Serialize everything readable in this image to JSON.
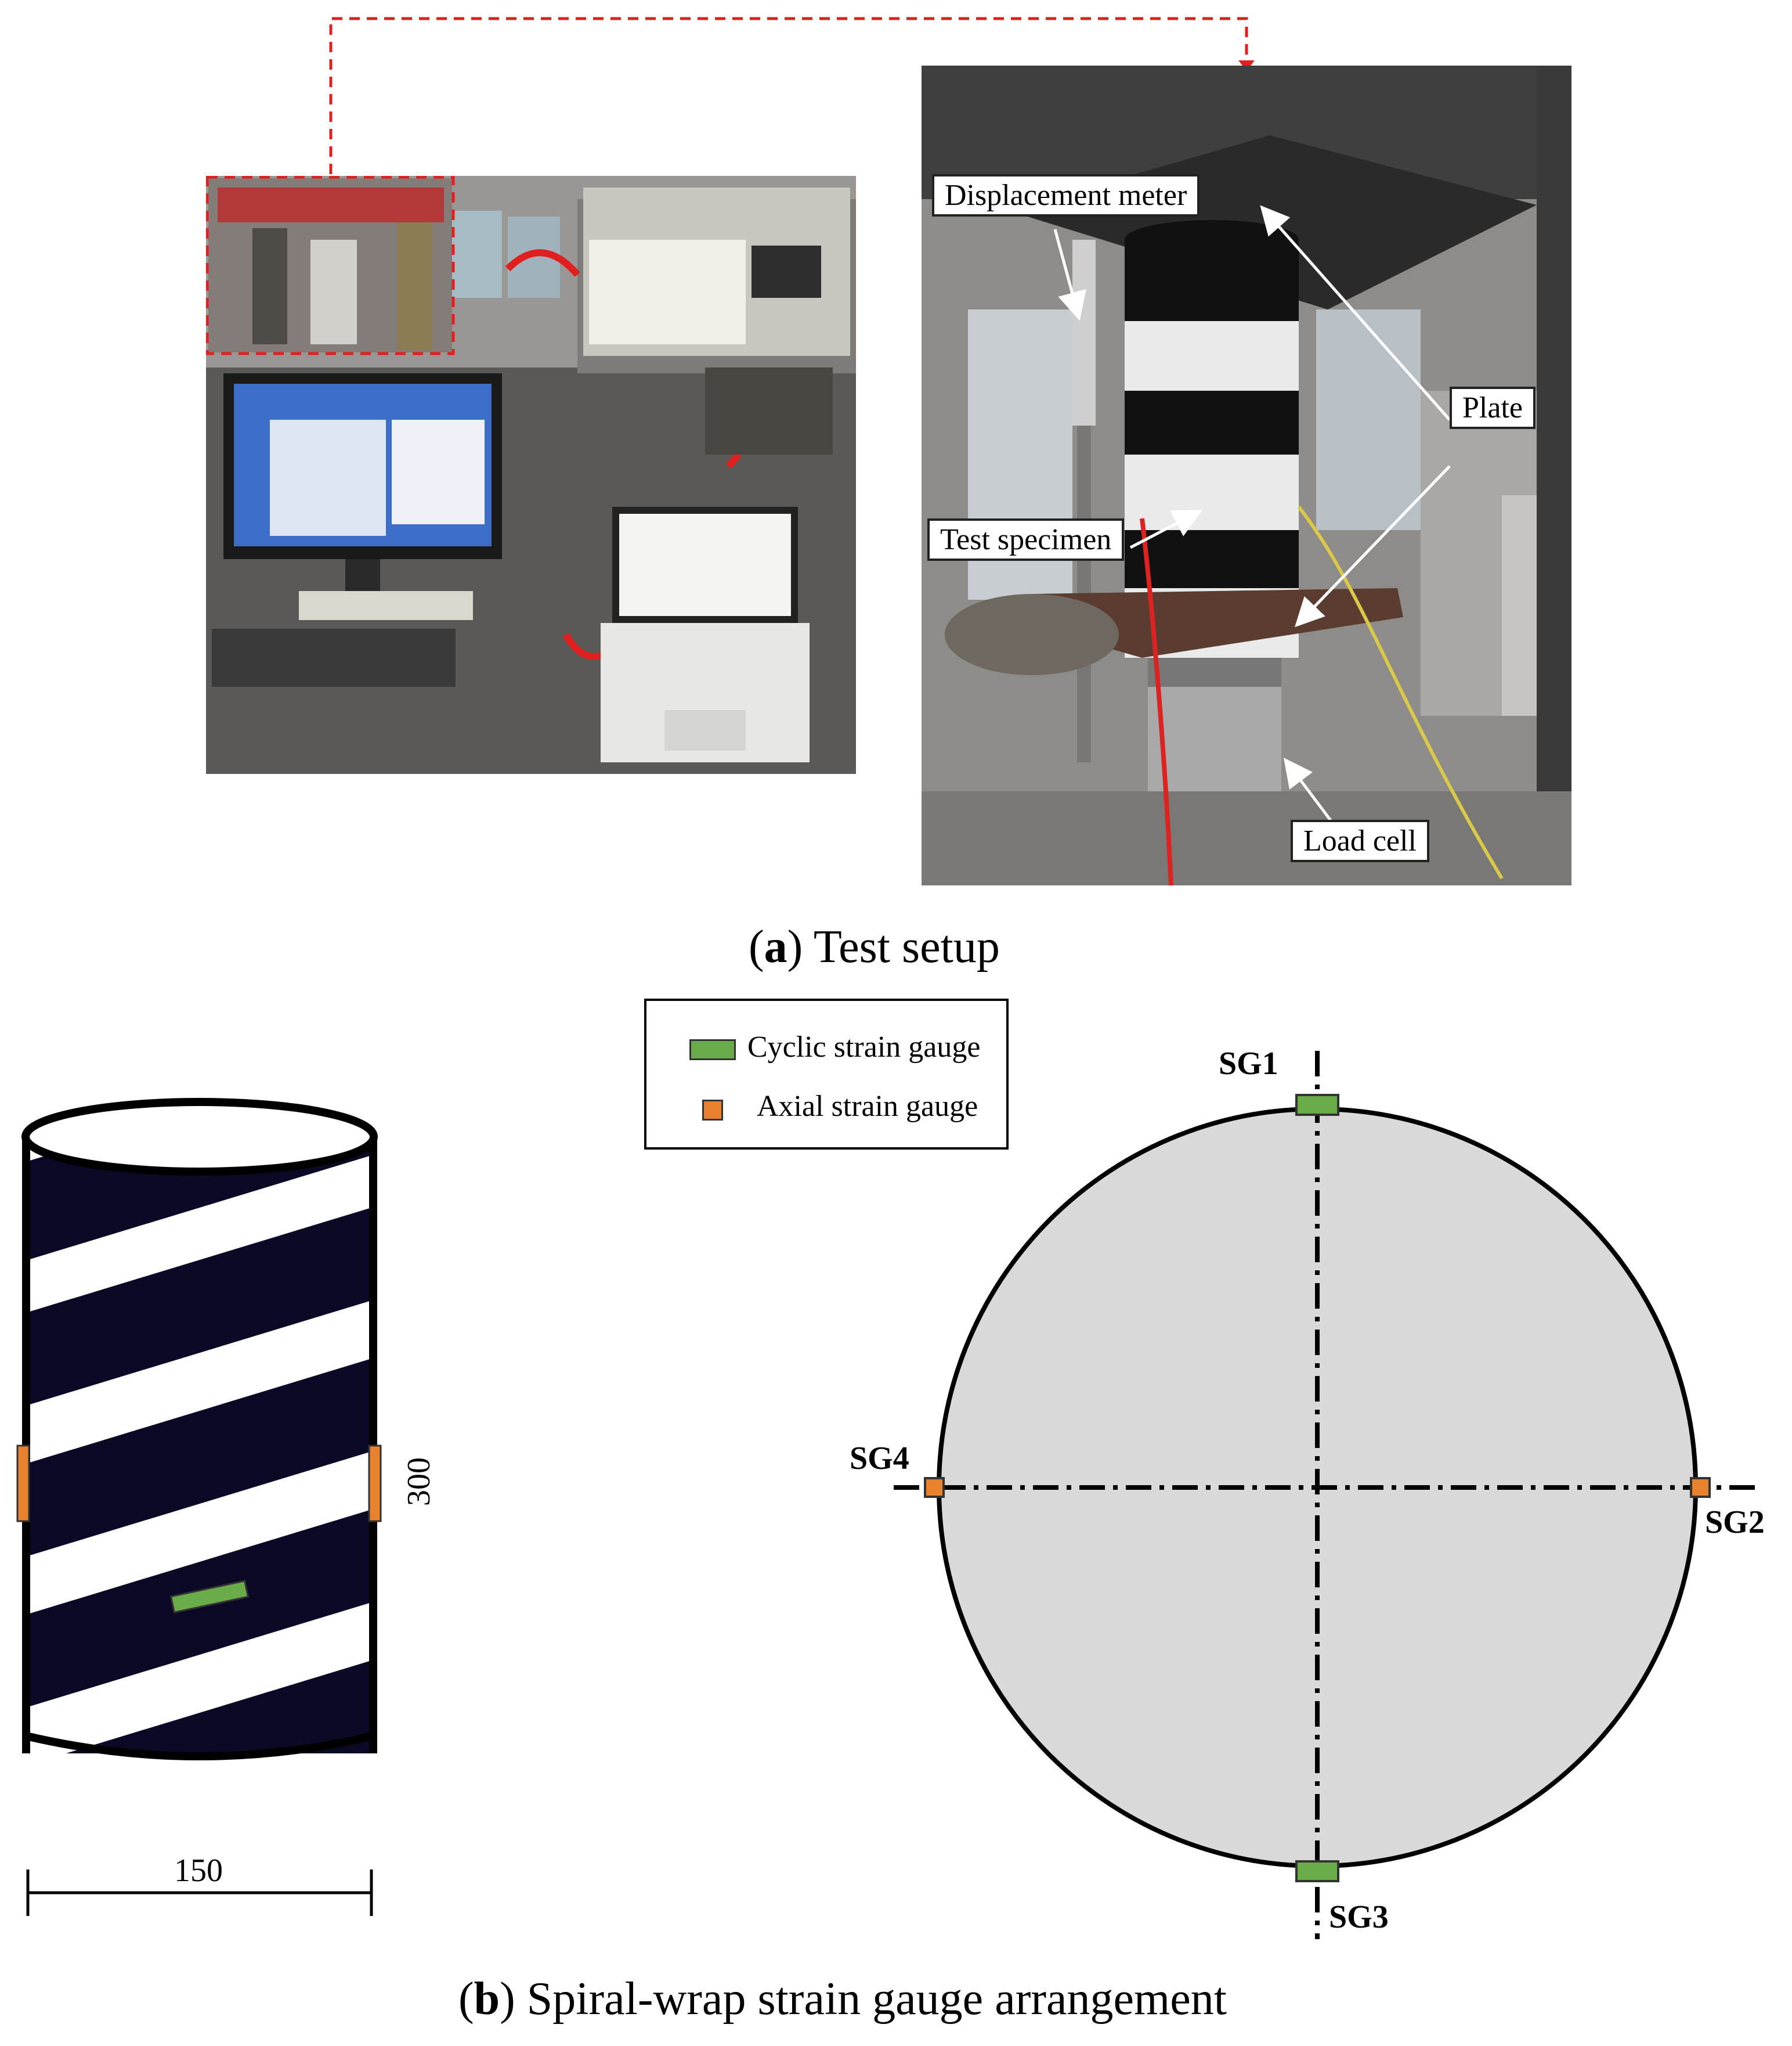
{
  "panel_a": {
    "caption_letter": "a",
    "caption_text": "Test setup",
    "labels": {
      "displacement_meter": "Displacement meter",
      "plate": "Plate",
      "test_specimen": "Test specimen",
      "load_cell": "Load cell"
    }
  },
  "panel_b": {
    "caption_letter": "b",
    "caption_text": "Spiral-wrap strain gauge arrangement",
    "legend": {
      "cyclic": "Cyclic strain gauge",
      "axial": "Axial strain gauge"
    },
    "colors": {
      "cyclic": "#6aac4a",
      "axial": "#e8822e",
      "section_fill": "#d9d9d9",
      "wrap": "#0b0a26"
    },
    "dimensions": {
      "height": "300",
      "diameter": "150"
    },
    "gauges": {
      "sg1": "SG1",
      "sg2": "SG2",
      "sg3": "SG3",
      "sg4": "SG4"
    }
  }
}
